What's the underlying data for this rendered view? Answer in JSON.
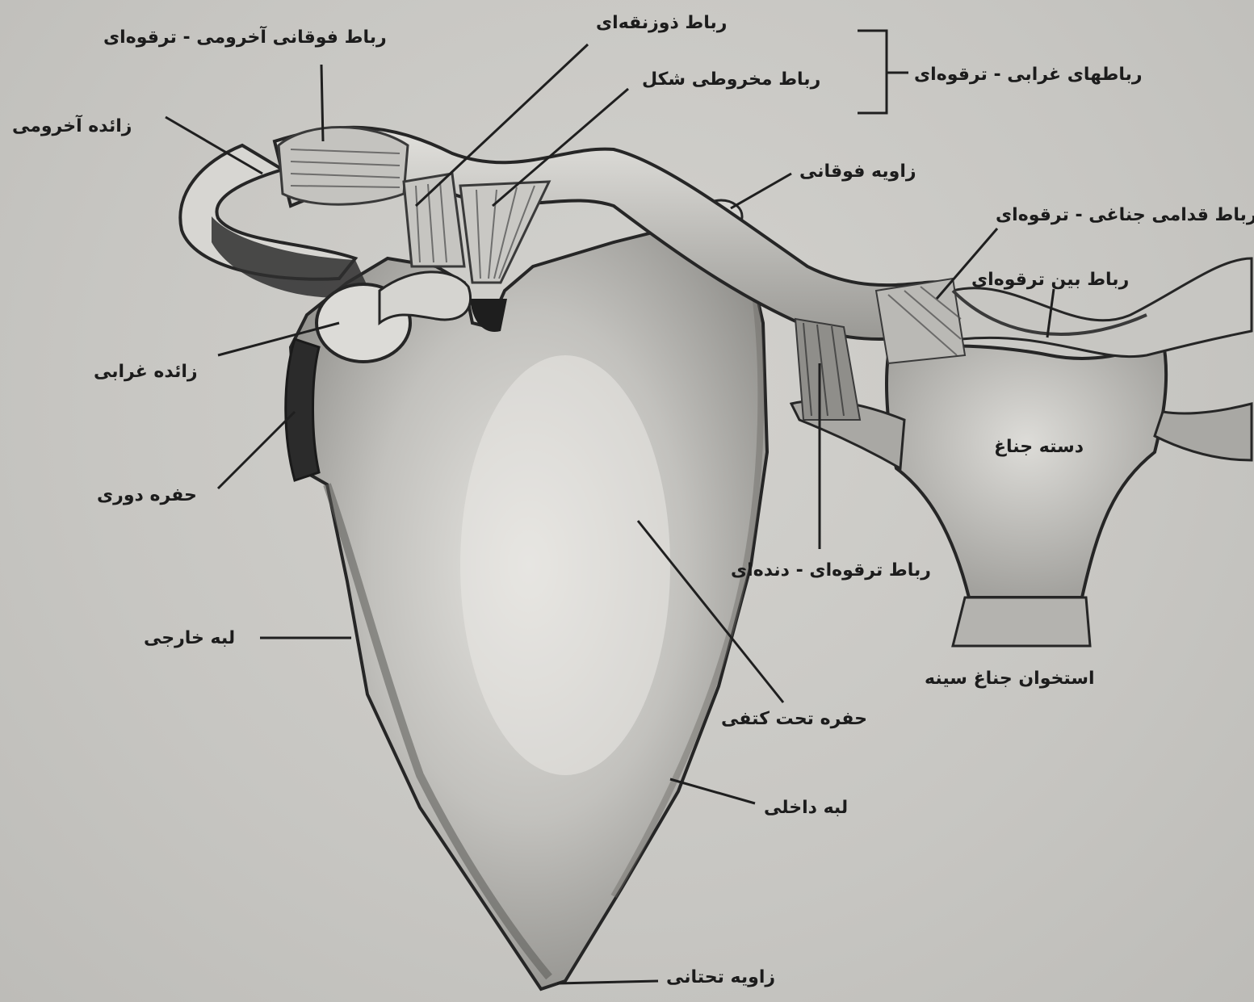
{
  "labels": {
    "superior_acromioclavicular_ligament": "رباط فوقانی آخرومی - ترقوه‌ای",
    "trapezoid_ligament": "رباط ذوزنقه‌ای",
    "conoid_ligament": "رباط مخروطی شکل",
    "coracoclavicular_ligaments": "رباطهای غرابی - ترقوه‌ای",
    "acromion_process": "زائده آخرومی",
    "superior_angle": "زاویه فوقانی",
    "anterior_sternoclavicular_ligament": "رباط قدامی جناغی - ترقوه‌ای",
    "interclavicular_ligament": "رباط بین ترقوه‌ای",
    "coracoid_process": "زائده غرابی",
    "manubrium": "دسته جناغ",
    "glenoid_cavity": "حفره دوری",
    "costoclavicular_ligament": "رباط ترقوه‌ای - دنده‌ای",
    "lateral_border": "لبه خارجی",
    "sternum": "استخوان جناغ سینه",
    "subscapular_fossa": "حفره تحت کتفی",
    "medial_border": "لبه داخلی",
    "inferior_angle": "زاویه تحتانی"
  },
  "colors": {
    "background": "#c9c8c4",
    "bone": "#d8d7d3",
    "shade": "#8d8c88",
    "ink": "#1c1c1c"
  }
}
